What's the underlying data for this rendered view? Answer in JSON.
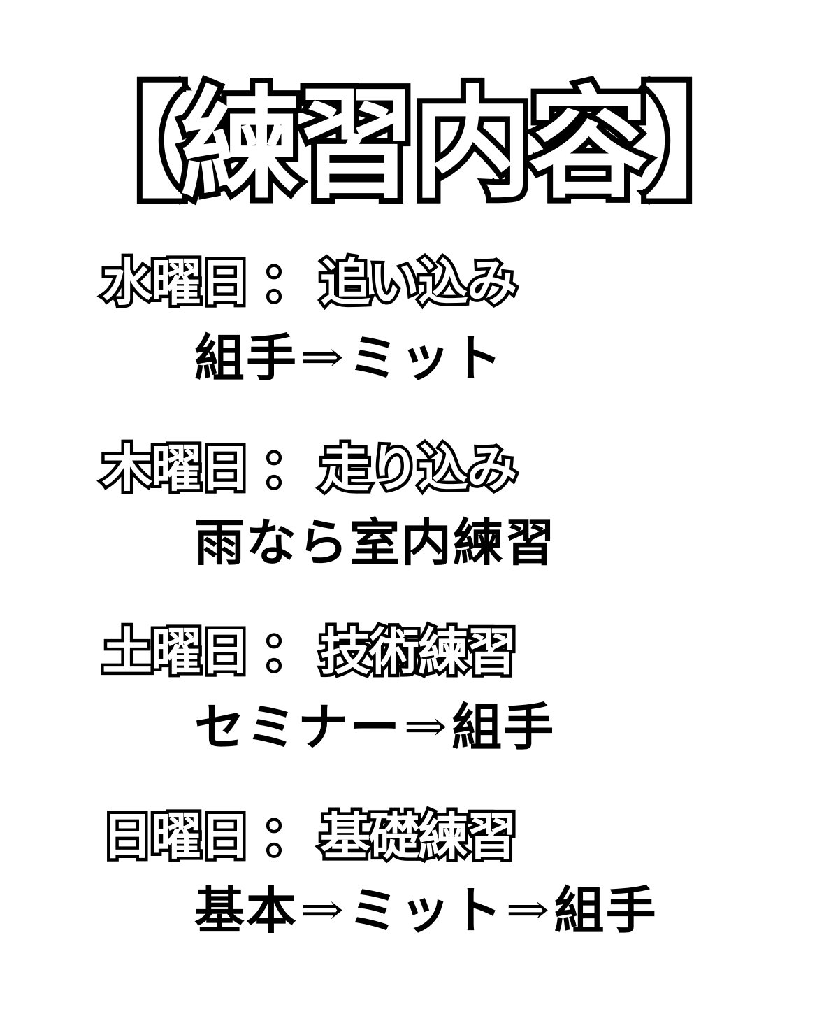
{
  "title": "【練習内容】",
  "schedule": [
    {
      "day": "水曜日",
      "separator": "：",
      "focus": "追い込み",
      "detail_parts": [
        "組手",
        "⇒",
        "ミット"
      ]
    },
    {
      "day": "木曜日",
      "separator": "：",
      "focus": "走り込み",
      "detail_parts": [
        "雨なら室内練習"
      ]
    },
    {
      "day": "土曜日",
      "separator": "：",
      "focus": "技術練習",
      "detail_parts": [
        "セミナー",
        "⇒",
        "組手"
      ]
    },
    {
      "day": "日曜日",
      "separator": "：",
      "focus": "基礎練習",
      "detail_parts": [
        "基本",
        "⇒",
        "ミット",
        "⇒",
        "組手"
      ]
    }
  ],
  "colors": {
    "background": "#ffffff",
    "text": "#000000",
    "outline_fill": "#ffffff"
  }
}
